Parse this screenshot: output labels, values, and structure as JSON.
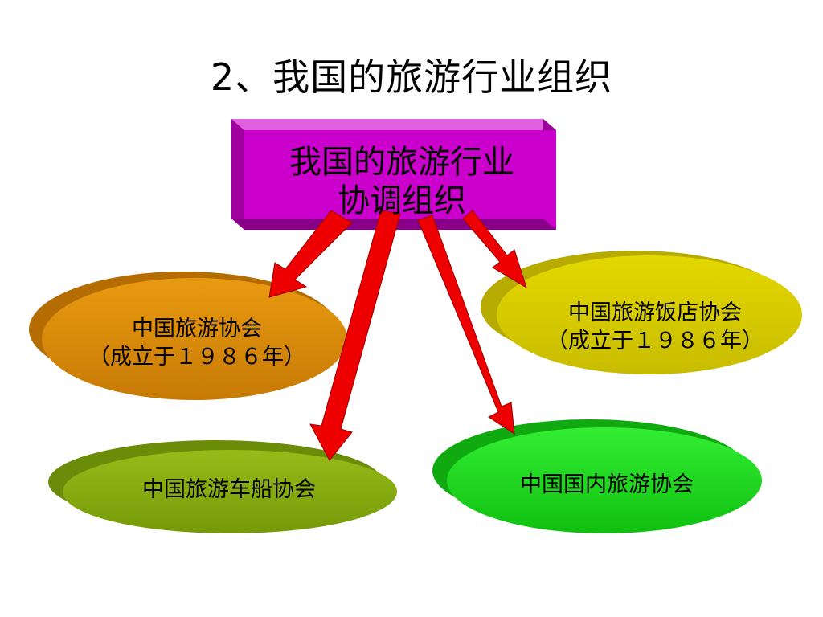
{
  "title": "2、我国的旅游行业组织",
  "root": {
    "line1": "我国的旅游行业",
    "line2": "协调组织",
    "color": "#cc00cc"
  },
  "nodes": [
    {
      "line1": "中国旅游协会",
      "line2": "（成立于１９８６年）",
      "color": "#d68a08"
    },
    {
      "line1": "中国旅游饭店协会",
      "line2": "（成立于１９８６年）",
      "color": "#d8cc00"
    },
    {
      "line1": "中国旅游车船协会",
      "color": "#86ac10"
    },
    {
      "line1": "中国国内旅游协会",
      "color": "#22dd22"
    }
  ],
  "arrow_color": "#ee0000"
}
